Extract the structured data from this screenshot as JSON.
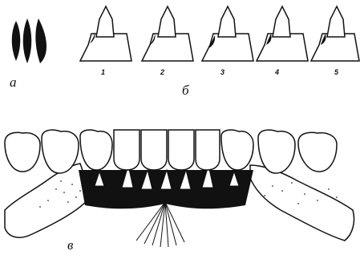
{
  "figure": {
    "panels": {
      "a": {
        "label": "а"
      },
      "b": {
        "label": "б",
        "stage_numbers": [
          "1",
          "2",
          "3",
          "4",
          "5"
        ]
      },
      "v": {
        "label": "в"
      }
    },
    "colors": {
      "ink": "#111111",
      "paper": "#ffffff",
      "stipple": "#333333"
    }
  }
}
